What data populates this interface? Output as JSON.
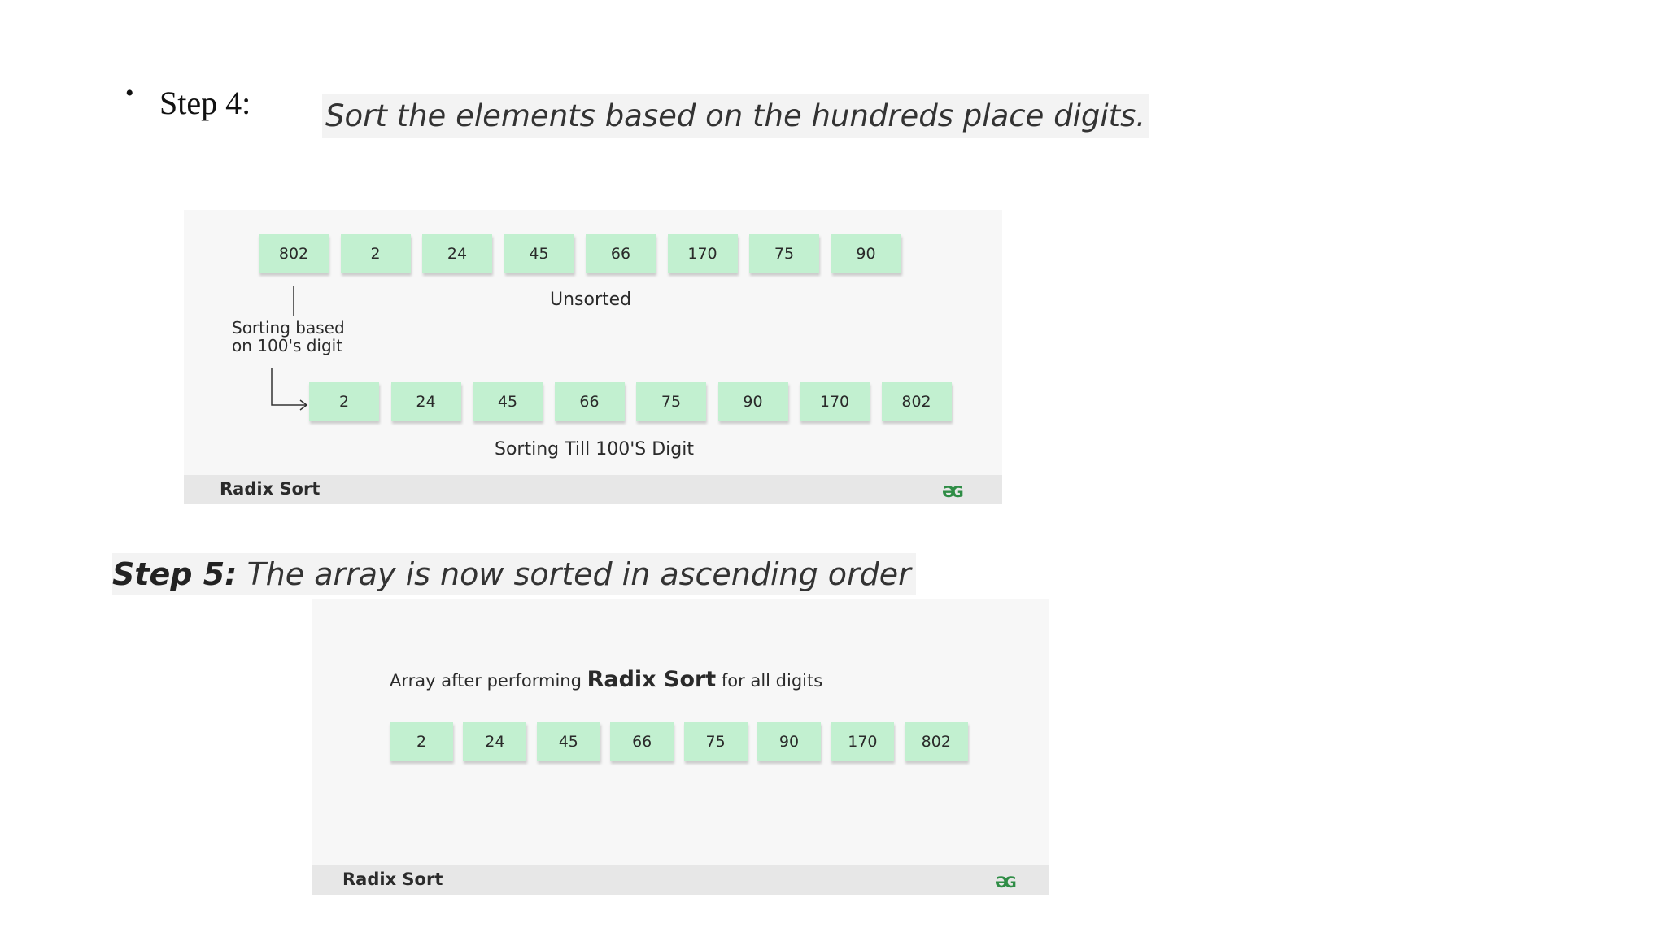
{
  "step4": {
    "bullet": "•",
    "label": "Step 4:",
    "description": "Sort the elements based on the hundreds place digits."
  },
  "diagram1": {
    "unsorted": [
      "802",
      "2",
      "24",
      "45",
      "66",
      "170",
      "75",
      "90"
    ],
    "unsorted_caption": "Unsorted",
    "side_label_line1": "Sorting based",
    "side_label_line2": "on 100's digit",
    "sorted": [
      "2",
      "24",
      "45",
      "66",
      "75",
      "90",
      "170",
      "802"
    ],
    "sorted_caption": "Sorting Till 100'S Digit",
    "footer_title": "Radix Sort",
    "logo": "ƏG"
  },
  "step5": {
    "label": "Step 5:",
    "description": " The array is now sorted in ascending order"
  },
  "diagram2": {
    "heading_prefix": "Array after performing ",
    "heading_bold": "Radix Sort",
    "heading_suffix": " for all digits",
    "values": [
      "2",
      "24",
      "45",
      "66",
      "75",
      "90",
      "170",
      "802"
    ],
    "footer_title": "Radix Sort",
    "logo": "ƏG"
  },
  "colors": {
    "box_fill": "#c2f0d0",
    "panel_bg": "#f7f7f7",
    "footer_bg": "#e7e7e7",
    "logo_green": "#2f8d46"
  }
}
